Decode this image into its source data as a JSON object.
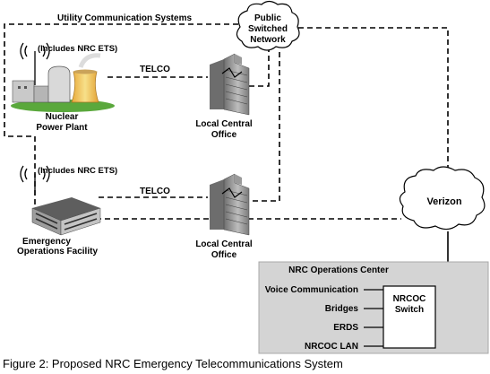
{
  "diagram": {
    "utility_label": "Utility Communication Systems",
    "pstn_lines": [
      "Public",
      "Switched",
      "Network"
    ],
    "npp_ets_note": "(Includes NRC ETS)",
    "npp_name_lines": [
      "Nuclear",
      "Power Plant"
    ],
    "telco_top": "TELCO",
    "lco_top_lines": [
      "Local Central",
      "Office"
    ],
    "eof_ets_note": "(Includes NRC ETS)",
    "eof_name_lines": [
      "Emergency",
      "Operations Facility"
    ],
    "telco_bottom": "TELCO",
    "lco_bottom_lines": [
      "Local Central",
      "Office"
    ],
    "verizon": "Verizon",
    "nrc_ops_center": "NRC Operations Center",
    "ops_items": [
      "Voice Communication",
      "Bridges",
      "ERDS",
      "NRCOC LAN"
    ],
    "switch_lines": [
      "NRCOC",
      "Switch"
    ]
  },
  "caption": {
    "label": "Figure 2",
    "text": ":  Proposed NRC Emergency Telecommunications System"
  },
  "colors": {
    "ops_center_bg": "#d4d4d4",
    "cooling_tower": "#f2c84a",
    "building_gray": "#8c8c8c",
    "grass": "#5aa83c"
  }
}
